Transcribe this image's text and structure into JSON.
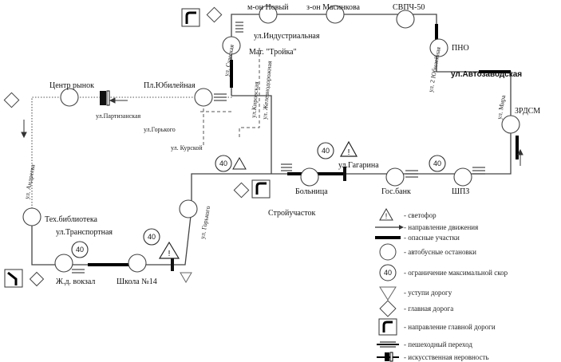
{
  "places": {
    "mkr_novy": "м-он Новый",
    "zd_masinkova": "з-он Масинкова",
    "svpch50": "СВПЧ-50",
    "pno": "ПНО",
    "ul_avtozavodskaya": "ул.Автозаводская",
    "zrdsm": "ЗРДСМ",
    "ul_mira": "ул. Мира",
    "ul_industrialnaya": "ул.Индустриальная",
    "mag_troika": "Маг. \"Тройка\"",
    "ul_sumskaya": "ул. Сумская",
    "ul_kirovskaya": "ул.Кировская",
    "ul_zhelesnodorozhnaya": "ул. Железнодорожная",
    "ul_2yubileinaya": "ул. 2 Юбилейная",
    "tsentr_rynok": "Центр рынок",
    "pl_yubileinaya": "Пл.Юбилейная",
    "ul_partizanskaya": "ул.Партизанская",
    "ul_gorkogo_1": "ул.Горького",
    "ul_kurskoy": "ул. Курской",
    "ul_gagarina": "ул.Гагарина",
    "bolnitsa": "Больница",
    "gos_bank": "Гос.банк",
    "shpz": "ШПЗ",
    "stroiuchastok": "Стройучасток",
    "tekh_biblioteka": "Тех.библиотека",
    "ul_transportnaya": "ул.Транспортная",
    "ul_andreeva": "ул. Андреева",
    "zhd_vokzal": "Ж.д. вокзал",
    "shkola14": "Школа №14",
    "ul_gorkogo_2": "ул. Горького"
  },
  "speed_limit": "40",
  "legend": {
    "items": [
      {
        "icon": "traffic-light-icon",
        "label": "- светофор"
      },
      {
        "icon": "direction-arrow-icon",
        "label": "- направление движения"
      },
      {
        "icon": "danger-section-icon",
        "label": "- опасные участки"
      },
      {
        "icon": "bus-stop-icon",
        "label": "- автобусные остановки"
      },
      {
        "icon": "speed-limit-icon",
        "label": "- ограничение максимальной скор"
      },
      {
        "icon": "yield-icon",
        "label": "- уступи дорогу"
      },
      {
        "icon": "main-road-icon",
        "label": "- главная дорога"
      },
      {
        "icon": "main-road-direction-icon",
        "label": "- направление главной дороги"
      },
      {
        "icon": "pedestrian-crossing-icon",
        "label": "- пешеходный переход"
      },
      {
        "icon": "artificial-bump-icon",
        "label": "- искусственная неровность"
      }
    ]
  }
}
